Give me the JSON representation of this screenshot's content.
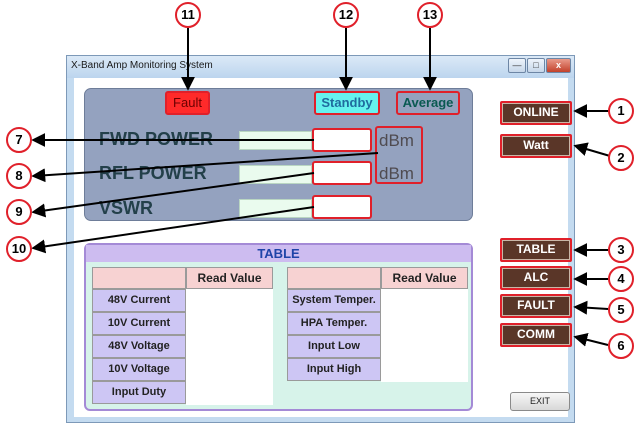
{
  "window": {
    "title": "X-Band Amp Monitoring System",
    "minimize_glyph": "—",
    "maximize_glyph": "□",
    "close_glyph": "x"
  },
  "status": {
    "fault": "Fault",
    "standby": "Standby",
    "average": "Average"
  },
  "monitor": {
    "fwd_power_label": "FWD POWER",
    "rfl_power_label": "RFL POWER",
    "vswr_label": "VSWR",
    "fwd_unit": "dBm",
    "rfl_unit": "dBm"
  },
  "table": {
    "title": "TABLE",
    "read_value_header": "Read Value",
    "left_rows": [
      "48V Current",
      "10V Current",
      "48V Voltage",
      "10V Voltage",
      "Input Duty"
    ],
    "right_rows": [
      "System Temper.",
      "HPA Temper.",
      "Input Low",
      "Input High"
    ]
  },
  "buttons": {
    "online": "ONLINE",
    "watt": "Watt",
    "table": "TABLE",
    "alc": "ALC",
    "fault": "FAULT",
    "comm": "COMM",
    "exit": "EXIT"
  },
  "callouts": [
    "1",
    "2",
    "3",
    "4",
    "5",
    "6",
    "7",
    "8",
    "9",
    "10",
    "11",
    "12",
    "13"
  ],
  "colors": {
    "annotation_red": "#e0202a",
    "panel_blue": "#94a2bf",
    "button_brown": "#5a3628",
    "table_purple": "#cdbcf0"
  }
}
